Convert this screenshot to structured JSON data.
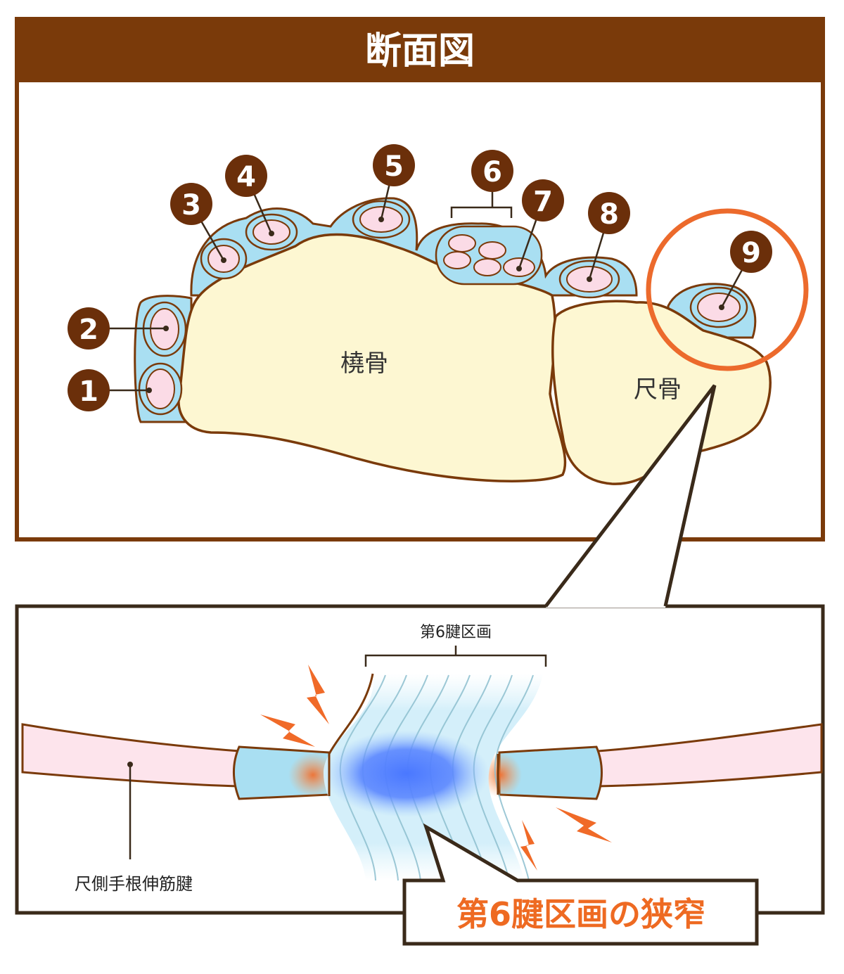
{
  "title": "断面図",
  "bones": {
    "radius": "橈骨",
    "ulna": "尺骨"
  },
  "compartments": [
    "1",
    "2",
    "3",
    "4",
    "5",
    "6",
    "7",
    "8",
    "9"
  ],
  "detail": {
    "bracket_label": "第6腱区画",
    "tendon_label": "尺側手根伸筋腱",
    "callout": "第6腱区画の狭窄"
  },
  "colors": {
    "brown": "#7a3a0a",
    "bone": "#fdf7d2",
    "sheath": "#a9dff2",
    "tendon": "#fbdbe6",
    "highlight_circle": "#ec6a2c",
    "callout_text": "#ee6a22",
    "inflammation": "#4d7dff",
    "pain": "#f06a28"
  }
}
